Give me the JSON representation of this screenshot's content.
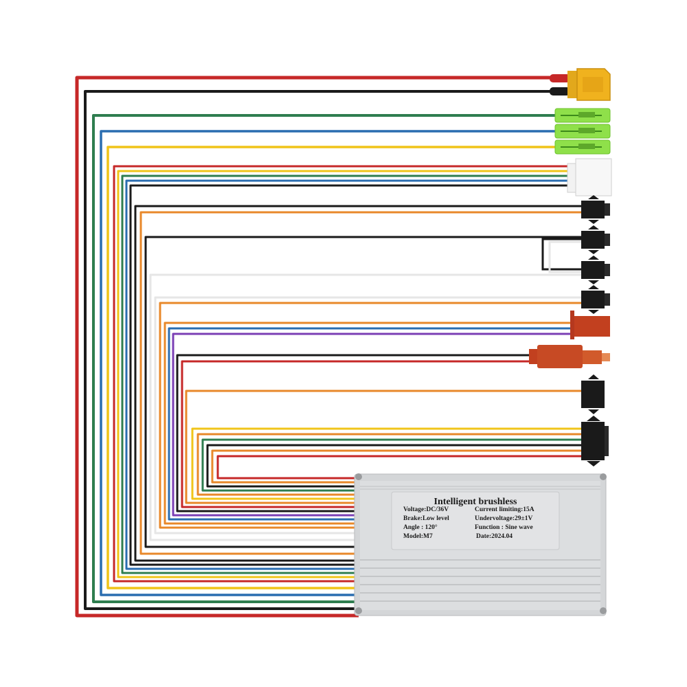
{
  "controller": {
    "title": "Intelligent brushless",
    "specs_left": [
      "Voltage:DC/36V",
      "Brake:Low level",
      "Angle : 120°",
      "Model:M7"
    ],
    "specs_right": [
      "Current limiting:15A",
      "Undervoltage:29±1V",
      "Function : Sine wave",
      "Date:2024.04"
    ]
  },
  "colors": {
    "red": "#c62828",
    "black": "#1a1a1a",
    "green": "#2e7d4f",
    "blue": "#2a6db0",
    "yellow": "#f0c419",
    "orange": "#e8882a",
    "white": "#e6e6e6",
    "purple": "#7b3fb5",
    "aluminum": "#d4d6d8",
    "label": "#e2e3e5"
  },
  "connectors": [
    {
      "name": "xt60-battery-connector-icon"
    },
    {
      "name": "bullet-connector-phase-icon"
    },
    {
      "name": "hall-sensor-connector-icon"
    },
    {
      "name": "sm-connector-icon"
    },
    {
      "name": "red-brake-connector-icon"
    },
    {
      "name": "display-connector-icon"
    }
  ]
}
